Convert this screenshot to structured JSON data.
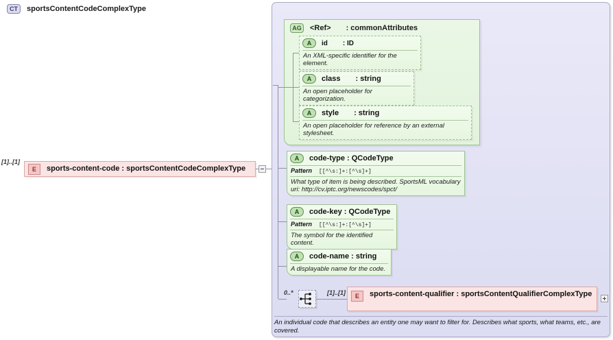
{
  "diagram": {
    "type": "xsd-schema-diagram",
    "title": "sportsContentCodeComplexType"
  },
  "root_element": {
    "cardinality": "[1]..[1]",
    "tag": "E",
    "tag_title": "element",
    "label": "sports-content-code : sportsContentCodeComplexType",
    "toggle": "minus"
  },
  "complex_type": {
    "tag": "CT",
    "tag_title": "complexType",
    "name": "sportsContentCodeComplexType",
    "annotation": "An individual code that describes an entity one may want to filter for. Describes what sports, what teams, etc., are covered."
  },
  "attribute_group": {
    "tag": "AG",
    "tag_title": "attributeGroup",
    "ref_label": "<Ref>",
    "type_label": ": commonAttributes",
    "attributes": [
      {
        "tag": "A",
        "name": "id",
        "type": ": ID",
        "doc": "An XML-specific identifier for the element."
      },
      {
        "tag": "A",
        "name": "class",
        "type": ": string",
        "doc": "An open placeholder for categorization."
      },
      {
        "tag": "A",
        "name": "style",
        "type": ": string",
        "doc": "An open placeholder for reference by an external stylesheet."
      }
    ]
  },
  "type_attributes": [
    {
      "tag": "A",
      "title": "code-type : QCodeType",
      "facet_key": "Pattern",
      "facet_value": "[[^\\s:]+:[^\\s]+]",
      "doc": "What type of item is being described. SportsML vocabulary uri: http://cv.iptc.org/newscodes/spct/"
    },
    {
      "tag": "A",
      "title": "code-key : QCodeType",
      "facet_key": "Pattern",
      "facet_value": "[[^\\s:]+:[^\\s]+]",
      "doc": "The symbol for the identified content."
    },
    {
      "tag": "A",
      "title": "code-name : string",
      "facet_key": "",
      "facet_value": "",
      "doc": "A displayable name for the code."
    }
  ],
  "sequence": {
    "cardinality": "0..*",
    "icon": "sequence-compositor-icon"
  },
  "child_element": {
    "cardinality": "[1]..[1]",
    "tag": "E",
    "tag_title": "element",
    "label": "sports-content-qualifier : sportsContentQualifierComplexType",
    "toggle": "plus"
  },
  "colors": {
    "element_fill": "#fbe4e4",
    "element_border": "#d9a8a8",
    "complextype_fill": "#e4e4f5",
    "complextype_border": "#a9a9c8",
    "attribute_fill": "#e9f7e2",
    "attribute_border": "#9cc48f",
    "connector": "#8f8fa8"
  }
}
